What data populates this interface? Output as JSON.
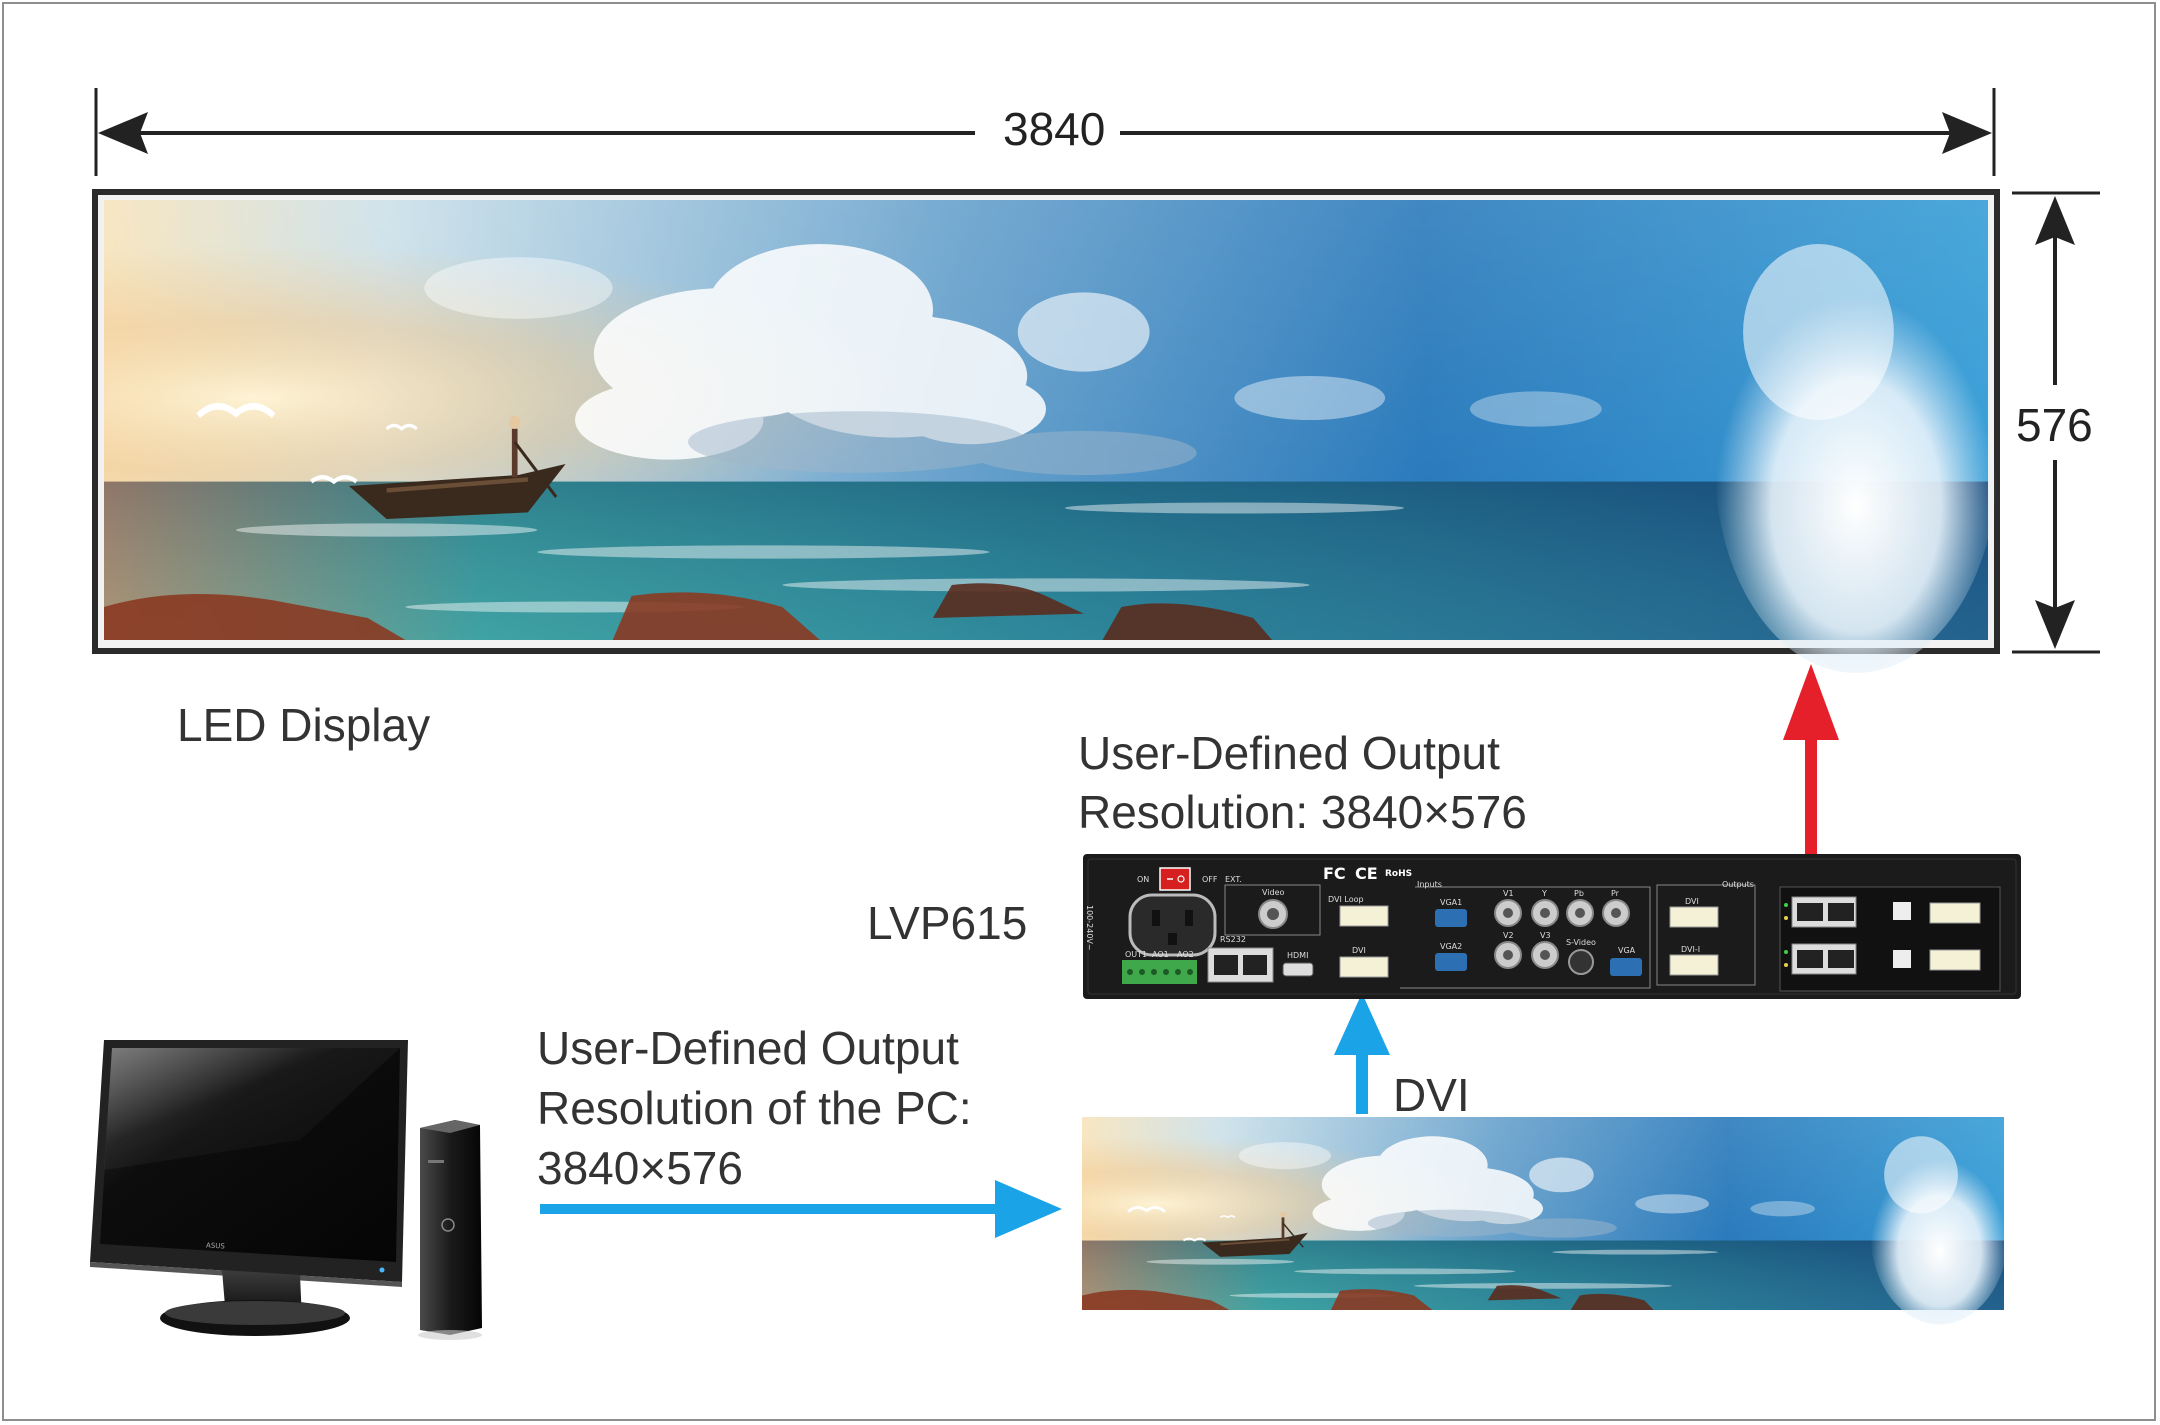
{
  "dimensions": {
    "width_label": "3840",
    "height_label": "576"
  },
  "labels": {
    "led_display": "LED Display",
    "processor_output_line1": "User-Defined Output",
    "processor_output_line2": "Resolution: 3840×576",
    "processor_name": "LVP615",
    "pc_output_line1": "User-Defined Output",
    "pc_output_line2": "Resolution of the PC:",
    "pc_output_line3": "3840×576",
    "dvi_connection": "DVI"
  },
  "device_panel": {
    "power_on": "ON",
    "power_off": "OFF",
    "ext": "EXT.",
    "video": "Video",
    "dvi_loop": "DVI Loop",
    "inputs": "Inputs",
    "outputs": "Outputs",
    "vga1": "VGA1",
    "vga2": "VGA2",
    "v1": "V1",
    "v2": "V2",
    "v3": "V3",
    "y": "Y",
    "pb": "Pb",
    "pr": "Pr",
    "svideo": "S-Video",
    "hdmi": "HDMI",
    "dvi": "DVI",
    "vga": "VGA",
    "dvi_out": "DVI",
    "dvi_i": "DVI-I",
    "rs232": "RS232",
    "out1": "OUT1",
    "ao1": "AO1",
    "ao2": "AO2",
    "voltage": "100-240V~",
    "fcc": "FC",
    "ce": "CE",
    "rohs": "RoHS"
  },
  "pc": {
    "brand": "ASUS"
  },
  "colors": {
    "output_arrow": "#e5202b",
    "input_arrow": "#1aa3e6",
    "dimension_line": "#222222",
    "device_body": "#1b1b1b"
  }
}
